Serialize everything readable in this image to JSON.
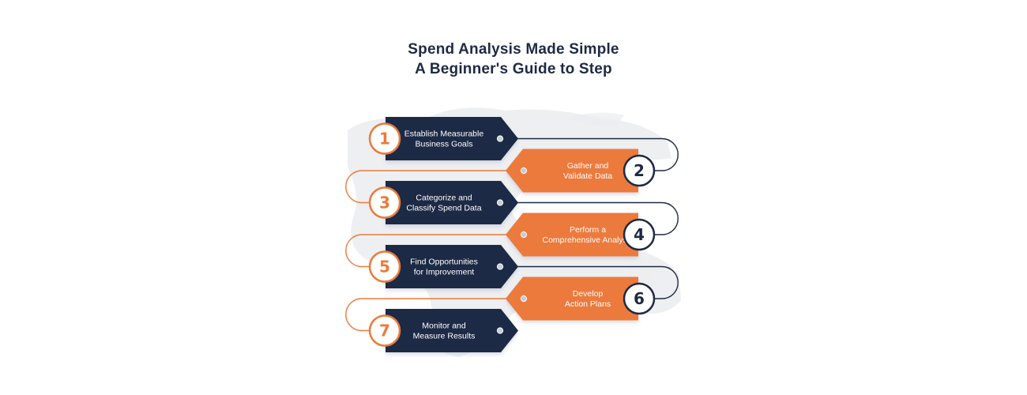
{
  "header": {
    "title_line1": "Spend Analysis Made Simple",
    "title_line2": "A Beginner's Guide to Step"
  },
  "colors": {
    "navy": "#1e2a44",
    "orange": "#ec7a3c",
    "map": "#ebedf0",
    "connector_navy": "#1e2a44",
    "connector_orange": "#ec7a3c"
  },
  "steps": [
    {
      "number": "1",
      "line1": "Establish Measurable",
      "line2": "Business Goals",
      "color": "navy"
    },
    {
      "number": "2",
      "line1": "Gather and",
      "line2": "Validate Data",
      "color": "orange"
    },
    {
      "number": "3",
      "line1": "Categorize and",
      "line2": "Classify Spend Data",
      "color": "navy"
    },
    {
      "number": "4",
      "line1": "Perform a",
      "line2": "Comprehensive Analysis",
      "color": "orange"
    },
    {
      "number": "5",
      "line1": "Find Opportunities",
      "line2": "for Improvement",
      "color": "navy"
    },
    {
      "number": "6",
      "line1": "Develop",
      "line2": "Action Plans",
      "color": "orange"
    },
    {
      "number": "7",
      "line1": "Monitor and",
      "line2": "Measure Results",
      "color": "navy"
    }
  ]
}
